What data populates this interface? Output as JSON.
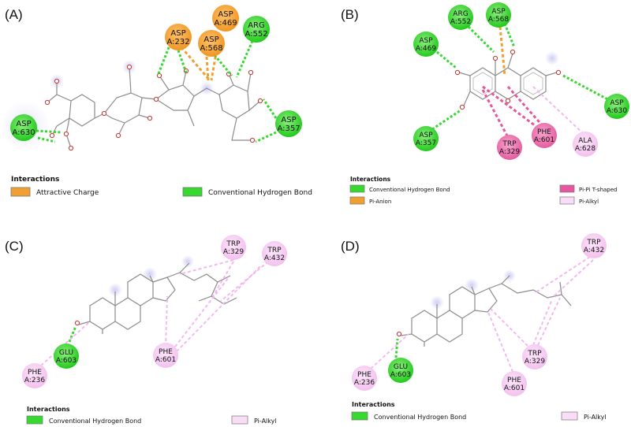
{
  "colors": {
    "hbond": "#37d82f",
    "attractive_charge": "#f0a030",
    "pi_anion": "#f0a030",
    "pi_pi_tshaped": "#e5579f",
    "pi_alkyl": "#f3b8ef",
    "atom_oxygen": "#d03030",
    "bond": "#8c8c8c"
  },
  "panels": [
    {
      "label": "(A)",
      "residues": [
        {
          "id": "a-asp630",
          "l1": "ASP",
          "l2": "A:630",
          "kind": "hbond"
        },
        {
          "id": "a-asp232",
          "l1": "ASP",
          "l2": "A:232",
          "kind": "charge"
        },
        {
          "id": "a-asp469",
          "l1": "ASP",
          "l2": "A:469",
          "kind": "charge"
        },
        {
          "id": "a-asp568",
          "l1": "ASP",
          "l2": "A:568",
          "kind": "charge"
        },
        {
          "id": "a-arg552",
          "l1": "ARG",
          "l2": "A:552",
          "kind": "hbond"
        },
        {
          "id": "a-asp357",
          "l1": "ASP",
          "l2": "A:357",
          "kind": "hbond"
        }
      ],
      "legend": {
        "title": "Interactions",
        "items": [
          {
            "label": "Attractive Charge",
            "kind": "charge"
          },
          {
            "label": "Conventional Hydrogen Bond",
            "kind": "hbond"
          }
        ]
      }
    },
    {
      "label": "(B)",
      "residues": [
        {
          "id": "b-arg552",
          "l1": "ARG",
          "l2": "A:552",
          "kind": "hbond"
        },
        {
          "id": "b-asp568",
          "l1": "ASP",
          "l2": "A:568",
          "kind": "hbond"
        },
        {
          "id": "b-asp469",
          "l1": "ASP",
          "l2": "A:469",
          "kind": "hbond"
        },
        {
          "id": "b-asp630",
          "l1": "ASP",
          "l2": "A:630",
          "kind": "hbond"
        },
        {
          "id": "b-asp357",
          "l1": "ASP",
          "l2": "A:357",
          "kind": "hbond"
        },
        {
          "id": "b-phe601",
          "l1": "PHE",
          "l2": "A:601",
          "kind": "pipi"
        },
        {
          "id": "b-trp329",
          "l1": "TRP",
          "l2": "A:329",
          "kind": "pipi"
        },
        {
          "id": "b-ala628",
          "l1": "ALA",
          "l2": "A:628",
          "kind": "pialk"
        }
      ],
      "legend": {
        "title": "Interactions",
        "items": [
          {
            "label": "Conventional Hydrogen Bond",
            "kind": "hbond"
          },
          {
            "label": "Pi-Anion",
            "kind": "charge"
          },
          {
            "label": "Pi-Pi T-shaped",
            "kind": "pipi"
          },
          {
            "label": "Pi-Alkyl",
            "kind": "pialk"
          }
        ]
      }
    },
    {
      "label": "(C)",
      "residues": [
        {
          "id": "c-trp329",
          "l1": "TRP",
          "l2": "A:329",
          "kind": "pialk"
        },
        {
          "id": "c-trp432",
          "l1": "TRP",
          "l2": "A:432",
          "kind": "pialk"
        },
        {
          "id": "c-glu603",
          "l1": "GLU",
          "l2": "A:603",
          "kind": "hbond"
        },
        {
          "id": "c-phe601",
          "l1": "PHE",
          "l2": "A:601",
          "kind": "pialk"
        },
        {
          "id": "c-phe236",
          "l1": "PHE",
          "l2": "A:236",
          "kind": "pialk"
        }
      ],
      "legend": {
        "title": "Interactions",
        "items": [
          {
            "label": "Conventional Hydrogen Bond",
            "kind": "hbond"
          },
          {
            "label": "Pi-Alkyl",
            "kind": "pialk"
          }
        ]
      }
    },
    {
      "label": "(D)",
      "residues": [
        {
          "id": "d-trp432",
          "l1": "TRP",
          "l2": "A:432",
          "kind": "pialk"
        },
        {
          "id": "d-trp329",
          "l1": "TRP",
          "l2": "A:329",
          "kind": "pialk"
        },
        {
          "id": "d-phe601",
          "l1": "PHE",
          "l2": "A:601",
          "kind": "pialk"
        },
        {
          "id": "d-glu603",
          "l1": "GLU",
          "l2": "A:603",
          "kind": "hbond"
        },
        {
          "id": "d-phe236",
          "l1": "PHE",
          "l2": "A:236",
          "kind": "pialk"
        }
      ],
      "legend": {
        "title": "Interactions",
        "items": [
          {
            "label": "Conventional Hydrogen Bond",
            "kind": "hbond"
          },
          {
            "label": "Pi-Alkyl",
            "kind": "pialk"
          }
        ]
      }
    }
  ]
}
